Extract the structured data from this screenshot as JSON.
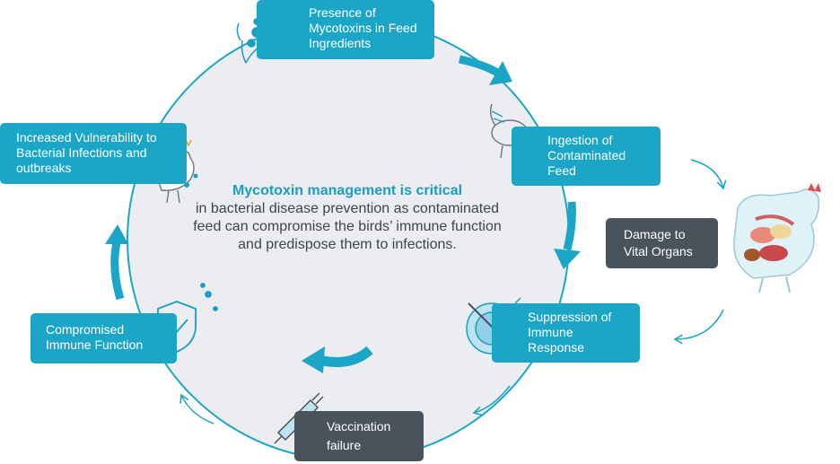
{
  "center": {
    "title": "Mycotoxin management is critical",
    "body": "in bacterial disease prevention as contaminated feed can compromise the birds’ immune function and predispose them to infections."
  },
  "steps": [
    {
      "label": "Presence of Mycotoxins in Feed Ingredients",
      "style": "teal"
    },
    {
      "label": "Ingestion of Contaminated Feed",
      "style": "teal"
    },
    {
      "label": "Damage to Vital Organs",
      "style": "dark"
    },
    {
      "label": "Suppression of Immune Response",
      "style": "teal"
    },
    {
      "label": "Vaccination failure",
      "style": "dark"
    },
    {
      "label": "Compromised Immune Function",
      "style": "teal"
    },
    {
      "label": "Increased Vulnerability to Bacterial Infections and outbreaks",
      "style": "teal"
    }
  ],
  "icons": [
    "grain-mycotoxin-icon",
    "chicken-eating-icon",
    "chicken-organs-icon",
    "immune-cell-icon",
    "syringe-icon",
    "shield-check-icon",
    "infected-chicken-icon"
  ],
  "colors": {
    "teal": "#1ba5c6",
    "dark": "#4a525c",
    "circle_fill": "#ebedf0",
    "arrow": "#1ba5c6"
  }
}
